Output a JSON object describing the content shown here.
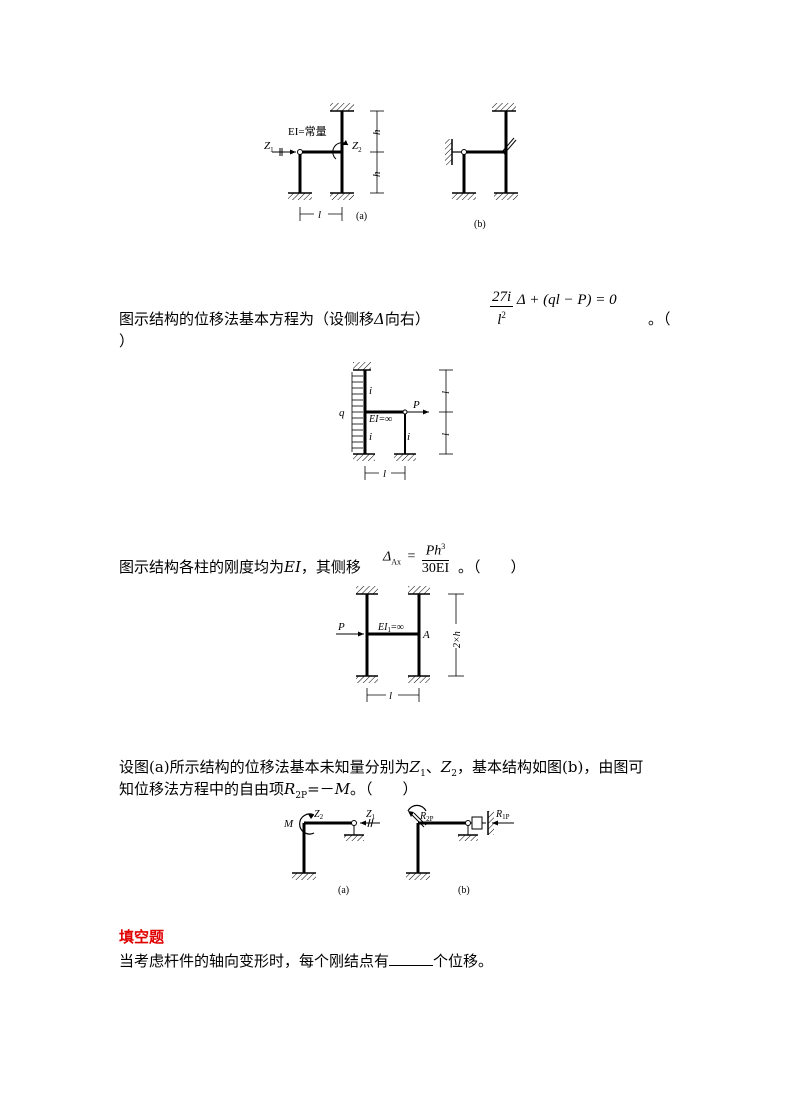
{
  "figure1": {
    "ei_label": "EI=常量",
    "z1": "Z",
    "z1_sub": "1",
    "z2": "Z",
    "z2_sub": "2",
    "h_top": "h",
    "h_bottom": "h",
    "l": "l",
    "label_a": "(a)",
    "label_b": "(b)"
  },
  "q1": {
    "text": "图示结构的位移法基本方程为（设侧移",
    "delta": "Δ",
    "text2": "向右）",
    "eq_num": "27i",
    "eq_den": "l",
    "eq_den_sup": "2",
    "eq_rest": "Δ + (ql − P) = 0",
    "tail": "。（",
    "close": "）"
  },
  "figure2": {
    "q": "q",
    "i_top": "i",
    "i_bottom_left": "i",
    "i_bottom_right": "i",
    "ei": "EI=∞",
    "p": "P",
    "l_top": "l",
    "l_bottom": "l",
    "l_span": "l"
  },
  "q2": {
    "text": "图示结构各柱的刚度均为",
    "ei": "EI",
    "text2": "，其侧移",
    "delta": "Δ",
    "delta_sub": "Ax",
    "eq": "=",
    "num": "Ph",
    "num_sup": "3",
    "den": "30EI",
    "tail": "。（　　）"
  },
  "figure3": {
    "p": "P",
    "ei": "EI",
    "ei_sub": "1",
    "ei_tail": "=∞",
    "a": "A",
    "height": "2×h",
    "l": "l"
  },
  "q3": {
    "line1": "设图(a)所示结构的位移法基本未知量分别为",
    "z1": "Z",
    "z1_sub": "1",
    "sep": "、",
    "z2": "Z",
    "z2_sub": "2",
    "line1_tail": "，基本结构如图(b)，由图可",
    "line2_a": "知位移法方程中的自由项",
    "r": "R",
    "r_sub": "2P",
    "line2_b": "=－",
    "m": "M",
    "line2_c": "。（　　）"
  },
  "figure4": {
    "m": "M",
    "z2": "Z",
    "z2_sub": "2",
    "z1": "Z",
    "z1_sub": "1",
    "r2p": "R",
    "r2p_sub": "2P",
    "r1p": "R",
    "r1p_sub": "1P",
    "label_a": "(a)",
    "label_b": "(b)"
  },
  "section": {
    "heading": "填空题",
    "text_a": "当考虑杆件的轴向变形时，每个刚结点有",
    "text_b": "个位移。"
  }
}
